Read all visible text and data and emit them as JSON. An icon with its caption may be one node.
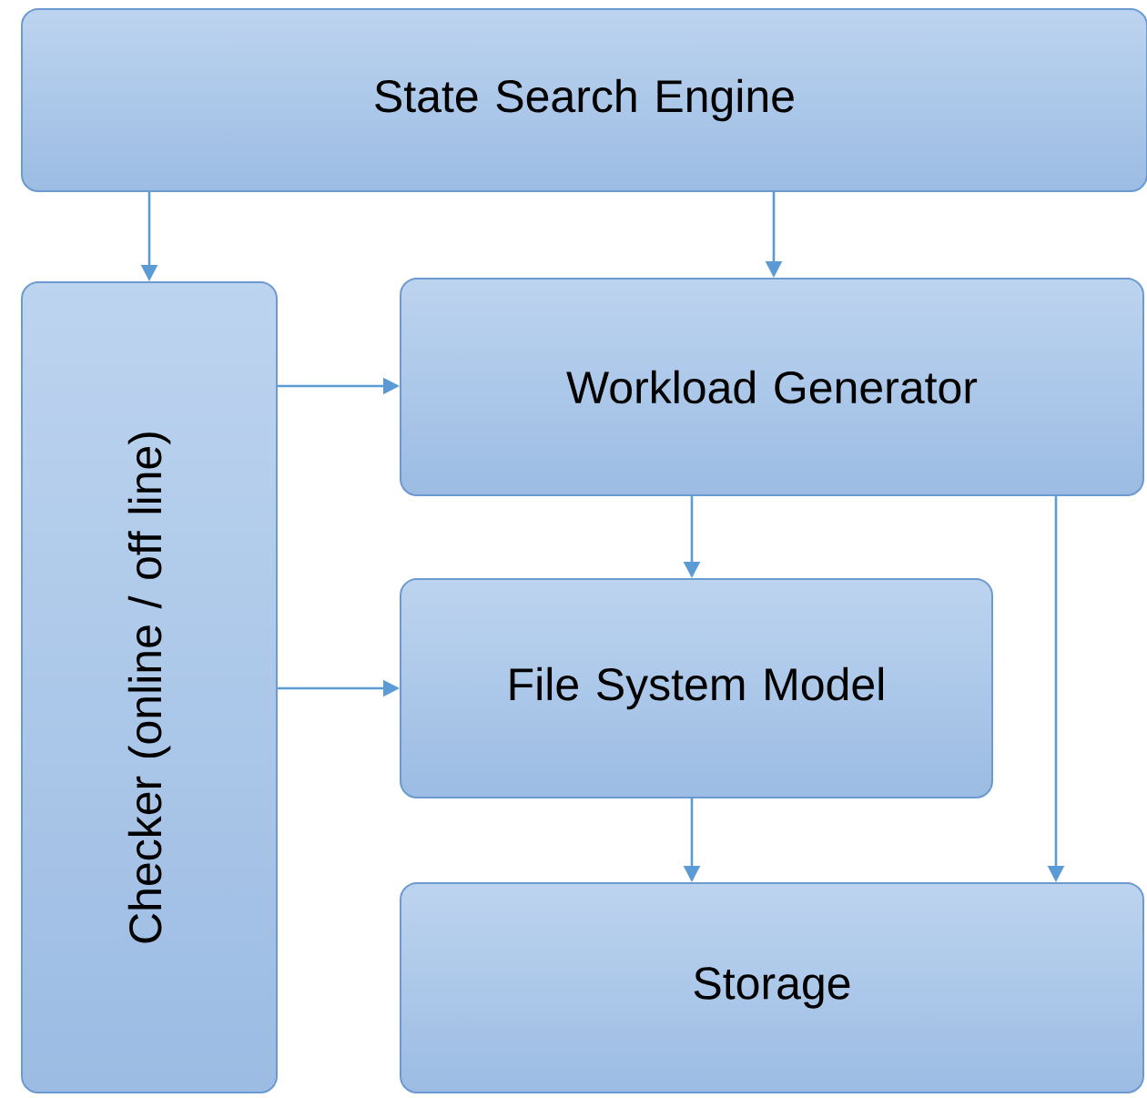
{
  "diagram": {
    "nodes": [
      {
        "text": [
          "State Search Engine"
        ]
      },
      {
        "text": [
          "Checker (online / off line)"
        ]
      },
      {
        "text": [
          "Workload Generator"
        ]
      },
      {
        "text": [
          "File System Model"
        ]
      },
      {
        "text": [
          "Storage"
        ]
      }
    ],
    "edges": [
      {
        "from": 0,
        "to": 1,
        "arrow": "to"
      },
      {
        "from": 0,
        "to": 2,
        "arrow": "to"
      },
      {
        "from": 1,
        "to": 2,
        "arrow": "to"
      },
      {
        "from": 1,
        "to": 3,
        "arrow": "to"
      },
      {
        "from": 2,
        "to": 3,
        "arrow": "to"
      },
      {
        "from": 3,
        "to": 4,
        "arrow": "to"
      },
      {
        "from": 2,
        "to": 4,
        "arrow": "to"
      }
    ]
  }
}
